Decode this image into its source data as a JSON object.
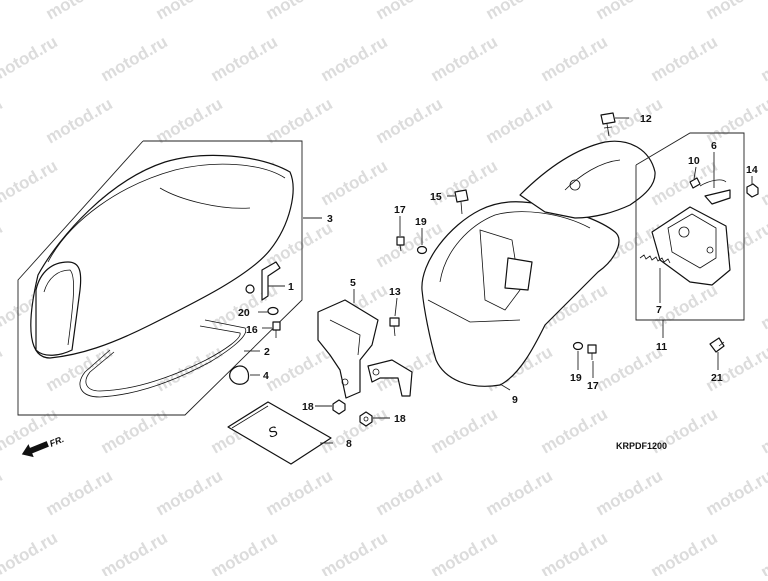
{
  "watermark_text": "motod.ru",
  "diagram_code": "KRPDF1200",
  "direction_label": "FR.",
  "seat_symbol": "S",
  "callouts": {
    "c1": "1",
    "c2": "2",
    "c3": "3",
    "c4": "4",
    "c5": "5",
    "c6": "6",
    "c7": "7",
    "c8": "8",
    "c9": "9",
    "c10": "10",
    "c11": "11",
    "c12": "12",
    "c13": "13",
    "c14": "14",
    "c15": "15",
    "c16": "16",
    "c17a": "17",
    "c17b": "17",
    "c18a": "18",
    "c18b": "18",
    "c19a": "19",
    "c19b": "19",
    "c20": "20",
    "c21": "21"
  }
}
